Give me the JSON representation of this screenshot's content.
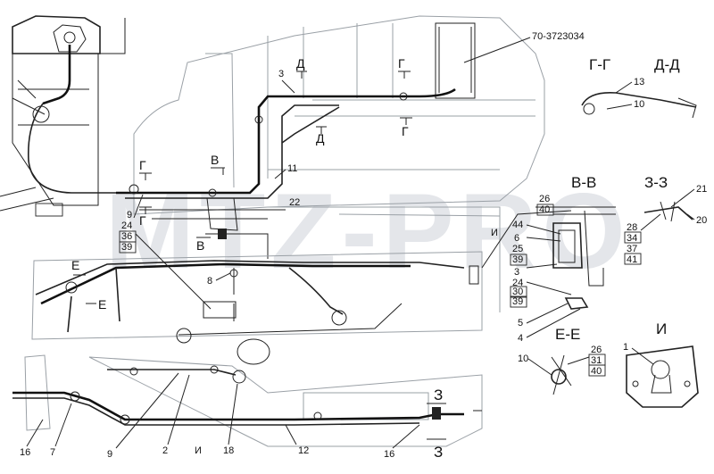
{
  "diagram": {
    "watermark": "MTZ-PRO",
    "part_number": "70-3723034",
    "section_views": {
      "g_g": "Г-Г",
      "d_d": "Д-Д",
      "v_v": "В-В",
      "z_z": "З-З",
      "e_e": "Е-Е",
      "i": "И"
    },
    "section_markers": {
      "d_top": "Д",
      "d_bottom": "Д",
      "g_top": "Г",
      "g_mid": "Г",
      "g_left": "Г",
      "g_left2": "Г",
      "v_mid": "В",
      "v_low": "В",
      "e_top": "Е",
      "e_bottom": "Е",
      "z_top": "З",
      "z_bottom": "З",
      "i_bottom": "И",
      "i_small": "И"
    },
    "callouts": {
      "c3_top": "3",
      "c11": "11",
      "c22": "22",
      "c9_top": "9",
      "c24_a": "24",
      "c36": "36",
      "c39_a": "39",
      "c8": "8",
      "c13": "13",
      "c10_gg": "10",
      "c26_v": "26",
      "c40_v": "40",
      "c44": "44",
      "c6": "6",
      "c25": "25",
      "c39_v": "39",
      "c3_v": "3",
      "c24_v": "24",
      "c30": "30",
      "c39_v2": "39",
      "c5": "5",
      "c4": "4",
      "c21": "21",
      "c20": "20",
      "c28": "28",
      "c34": "34",
      "c37": "37",
      "c41": "41",
      "c10_e": "10",
      "c26_e": "26",
      "c31": "31",
      "c40_e": "40",
      "c1": "1",
      "c16_left": "16",
      "c7": "7",
      "c9_bottom": "9",
      "c2": "2",
      "c18": "18",
      "c12": "12",
      "c16_right": "16"
    }
  }
}
